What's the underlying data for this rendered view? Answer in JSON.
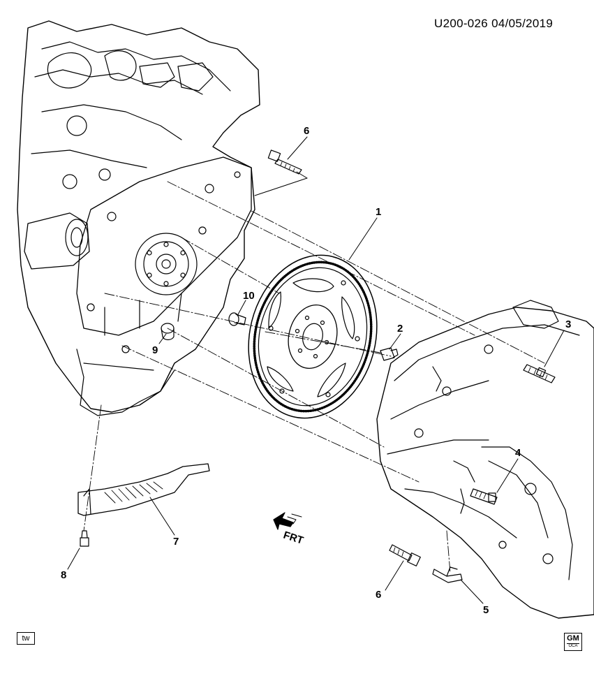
{
  "header": {
    "code": "U200-026 04/05/2019"
  },
  "callouts": {
    "c1": "1",
    "c2": "2",
    "c3": "3",
    "c4": "4",
    "c5": "5",
    "c6a": "6",
    "c6b": "6",
    "c7": "7",
    "c8": "8",
    "c9": "9",
    "c10": "10"
  },
  "front_arrow": {
    "label": "FRT"
  },
  "footer": {
    "tw": "tw",
    "logo_text": "GM",
    "logo_sub": "OCA"
  }
}
